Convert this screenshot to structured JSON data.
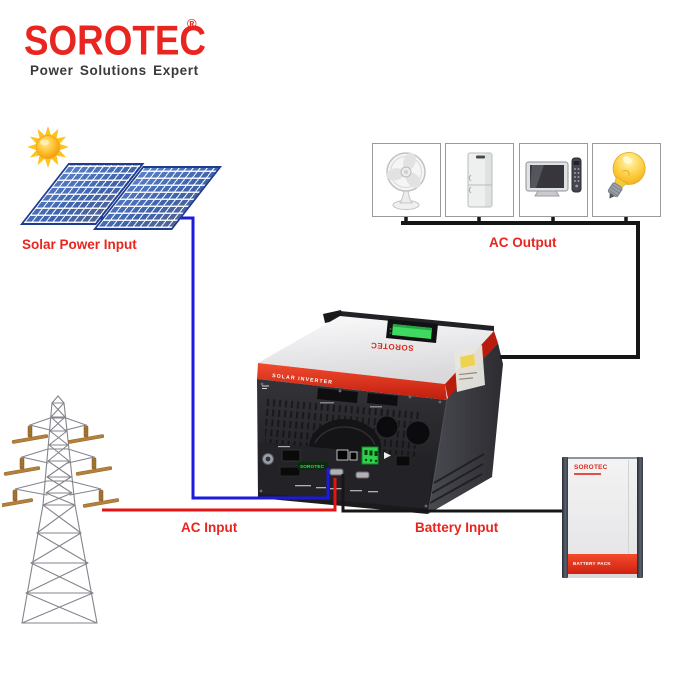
{
  "brand": {
    "name": "SOROTEC",
    "registered": "®",
    "tagline": "Power Solutions Expert"
  },
  "flow_labels": {
    "solar": "Solar Power Input",
    "ac_output": "AC Output",
    "ac_input": "AC Input",
    "battery": "Battery Input"
  },
  "inverter": {
    "top_brand": "SOROTEC",
    "band_text": "SOLAR INVERTER",
    "sticker_text": "SOROTEC"
  },
  "battery_unit": {
    "brand": "SOROTEC",
    "band_text": "BATTERY PACK"
  },
  "icons": {
    "source": [
      "sun-icon",
      "solar-panel-icon",
      "transmission-tower-icon"
    ],
    "appliances": [
      "fan-icon",
      "refrigerator-icon",
      "tv-icon",
      "light-bulb-icon"
    ]
  },
  "colors": {
    "accent_red": "#e8251f",
    "wire_blue": "#1b1bdd",
    "wire_red": "#e41414",
    "wire_black": "#161616",
    "panel_blue": "#4f76c2",
    "lcd_green": "#3fd860",
    "terminal_green": "#2fd14a",
    "sun_orange": "#f59b18",
    "tower_gray": "#84848d",
    "insulator_brown": "#b5803a"
  }
}
